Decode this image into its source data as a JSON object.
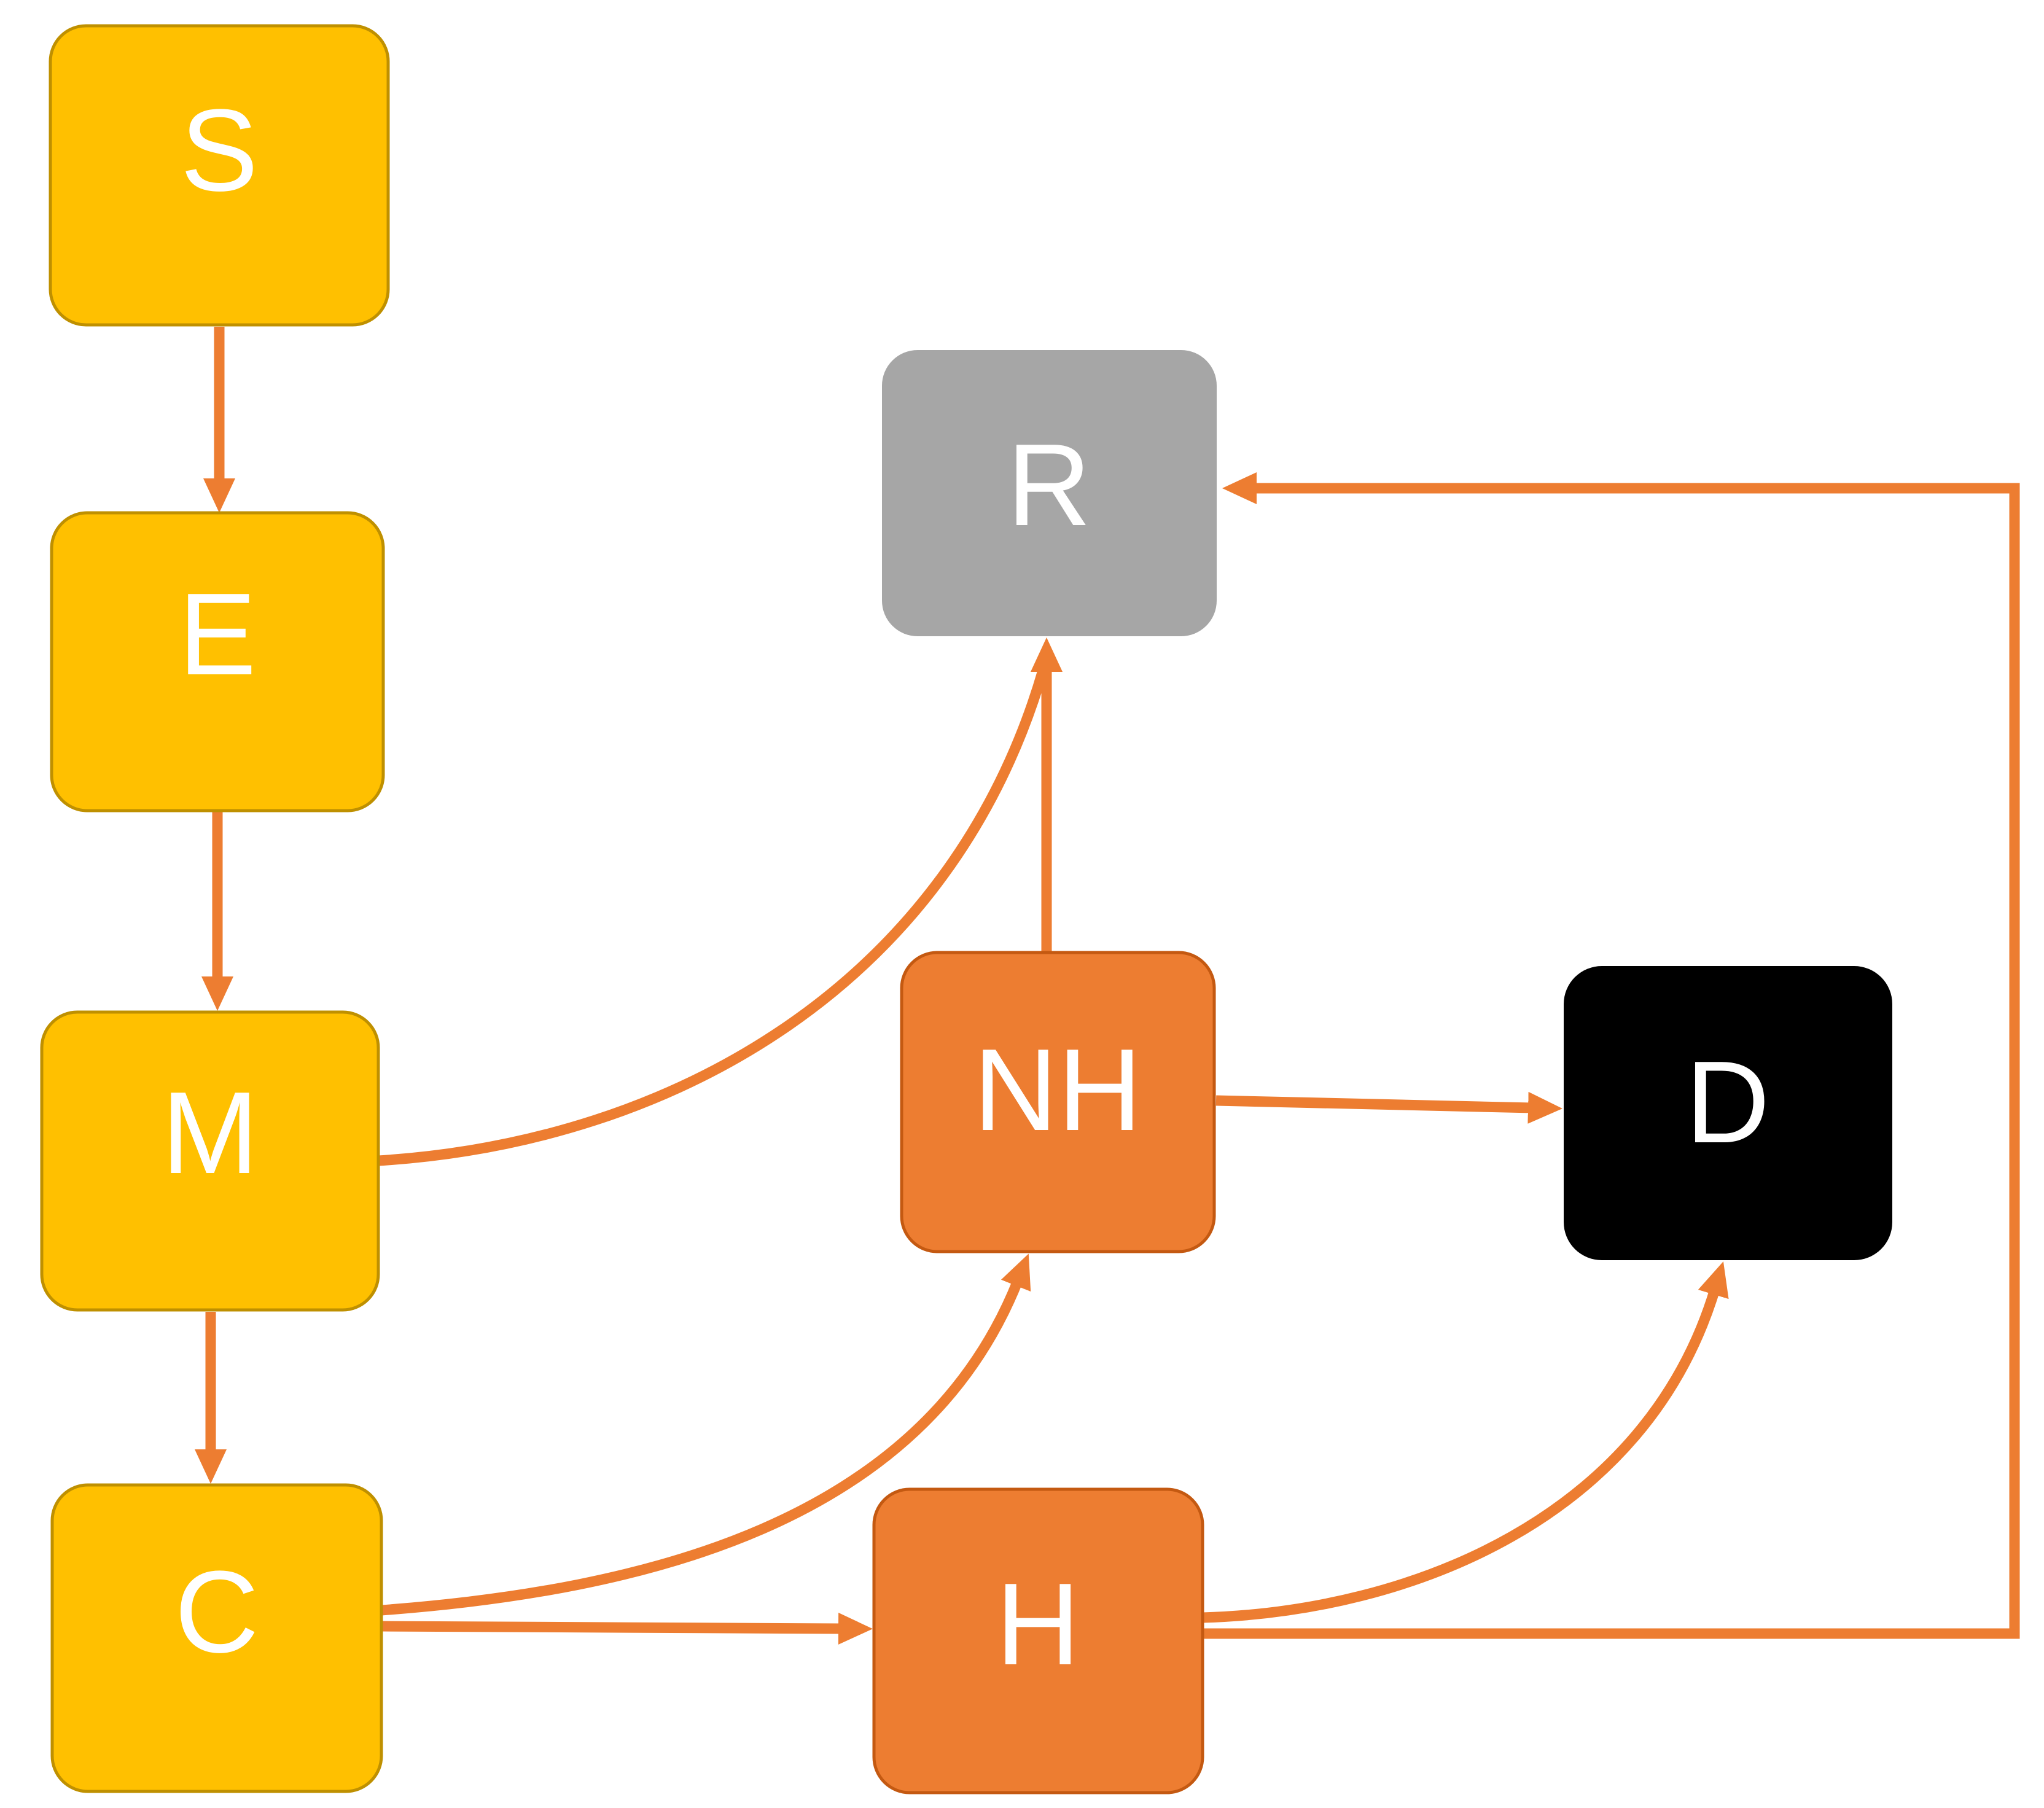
{
  "diagram": {
    "type": "flow-diagram",
    "description": "Compartmental flow model with eight states connected by orange arrows",
    "background_color": "#FFFFFF",
    "arrow_color": "#ED7D31",
    "nodes": [
      {
        "id": "S",
        "label": "S",
        "fill": "#FFC000",
        "border": "#BF9000",
        "text_color": "#FFFFFF"
      },
      {
        "id": "E",
        "label": "E",
        "fill": "#FFC000",
        "border": "#BF9000",
        "text_color": "#FFFFFF"
      },
      {
        "id": "M",
        "label": "M",
        "fill": "#FFC000",
        "border": "#BF9000",
        "text_color": "#FFFFFF"
      },
      {
        "id": "C",
        "label": "C",
        "fill": "#FFC000",
        "border": "#BF9000",
        "text_color": "#FFFFFF"
      },
      {
        "id": "R",
        "label": "R",
        "fill": "#A6A6A6",
        "border": "#A6A6A6",
        "text_color": "#FFFFFF"
      },
      {
        "id": "NH",
        "label": "NH",
        "fill": "#ED7D31",
        "border": "#C45911",
        "text_color": "#FFFFFF"
      },
      {
        "id": "H",
        "label": "H",
        "fill": "#ED7D31",
        "border": "#C45911",
        "text_color": "#FFFFFF"
      },
      {
        "id": "D",
        "label": "D",
        "fill": "#000000",
        "border": "#000000",
        "text_color": "#FFFFFF"
      }
    ],
    "edges": [
      {
        "from": "S",
        "to": "E",
        "style": "straight-vertical"
      },
      {
        "from": "E",
        "to": "M",
        "style": "straight-vertical"
      },
      {
        "from": "M",
        "to": "C",
        "style": "straight-vertical"
      },
      {
        "from": "M",
        "to": "R",
        "style": "curve-merging-into-NH-R-arrow"
      },
      {
        "from": "C",
        "to": "H",
        "style": "straight-horizontal"
      },
      {
        "from": "C",
        "to": "NH",
        "style": "curve-up"
      },
      {
        "from": "NH",
        "to": "R",
        "style": "straight-vertical"
      },
      {
        "from": "NH",
        "to": "D",
        "style": "straight-horizontal"
      },
      {
        "from": "H",
        "to": "D",
        "style": "curve-up"
      },
      {
        "from": "H",
        "to": "R",
        "style": "elbow-right-up-left"
      }
    ]
  }
}
